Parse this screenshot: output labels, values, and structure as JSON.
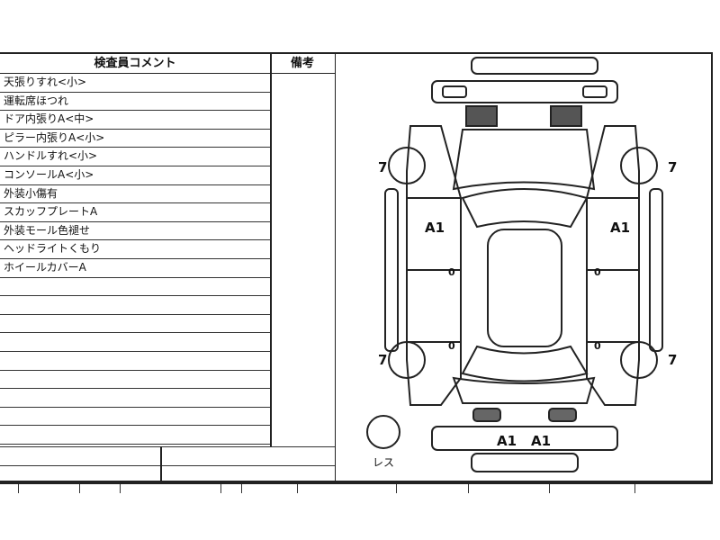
{
  "table": {
    "header_comment": "検査員コメント",
    "header_remarks": "備考",
    "comments": [
      "天張りすれ<小>",
      "運転席ほつれ",
      "ドア内張りA<中>",
      "ピラー内張りA<小>",
      "ハンドルすれ<小>",
      "コンソールA<小>",
      "外装小傷有",
      "スカッフプレートA",
      "外装モール色褪せ",
      "ヘッドライトくもり",
      "ホイールカバーA"
    ]
  },
  "diagram": {
    "wheel_marks": [
      "7",
      "7",
      "7",
      "7"
    ],
    "panel_marks": [
      "A1",
      "A1",
      "A1",
      "A1"
    ],
    "spare_tire_label": "レス",
    "small_marks": [
      "0",
      "0",
      "0",
      "0"
    ]
  }
}
